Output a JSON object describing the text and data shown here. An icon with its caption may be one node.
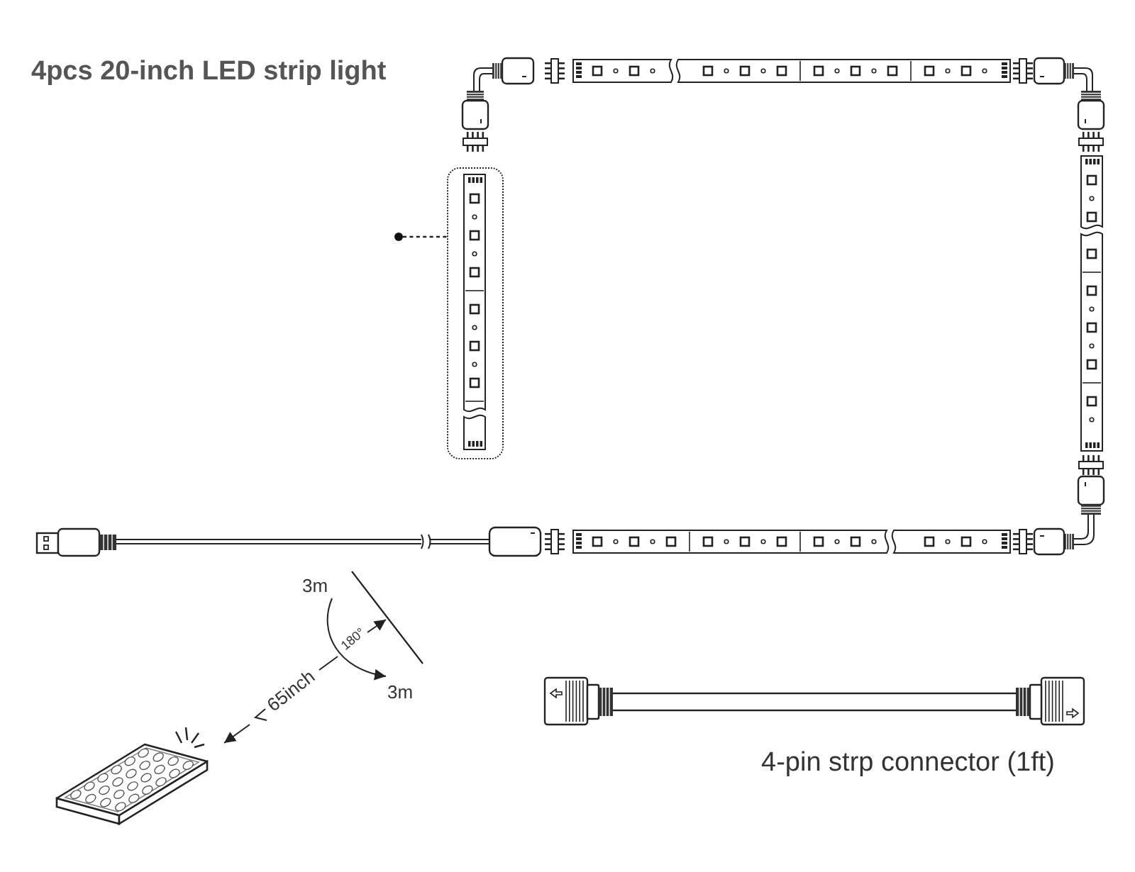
{
  "diagram": {
    "title": "4pcs 20-inch LED strip light",
    "nodes": [
      {
        "text": [],
        "shape": "box"
      },
      {
        "text": [],
        "shape": "circle"
      }
    ],
    "edges": [
      {
        "from": 1,
        "to": 0,
        "arrow": "none",
        "style": "dashed"
      }
    ],
    "labels": [
      "3m",
      "180°",
      "3m",
      "65inch",
      "4-pin strp connector (1ft)"
    ]
  }
}
